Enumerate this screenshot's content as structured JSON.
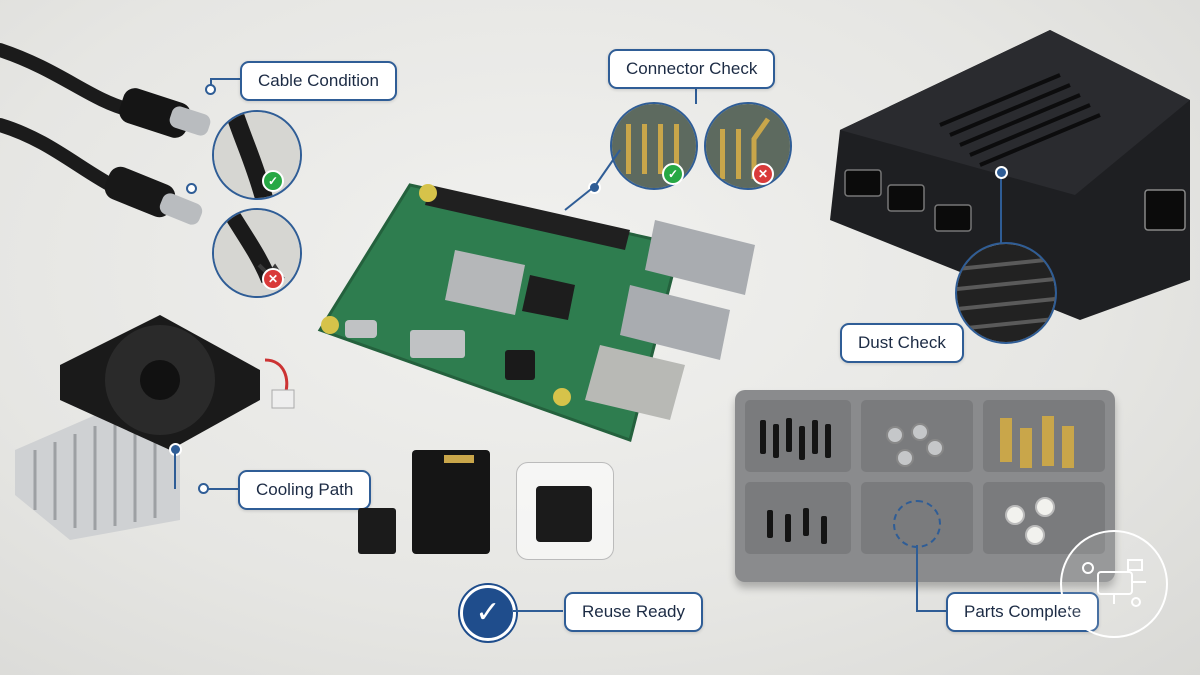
{
  "callouts": {
    "cable_condition": "Cable Condition",
    "connector_check": "Connector Check",
    "dust_check": "Dust Check",
    "cooling_path": "Cooling Path",
    "reuse_ready": "Reuse Ready",
    "parts_complete": "Parts Complete"
  },
  "status": {
    "good_mark": "✓",
    "bad_mark": "✕",
    "good_color": "#27a844",
    "bad_color": "#d93a3a"
  },
  "colors": {
    "accent": "#2f5d96",
    "pcb": "#2e7d4f",
    "case": "#1e1f22",
    "tray": "#8a8b8d"
  },
  "icons": [
    "usb-c-cable-icon",
    "raspberry-pi-board-icon",
    "black-case-icon",
    "fan-heatsink-icon",
    "sd-card-icon",
    "parts-tray-icon",
    "check-badge-icon",
    "logo-circle-icon"
  ]
}
